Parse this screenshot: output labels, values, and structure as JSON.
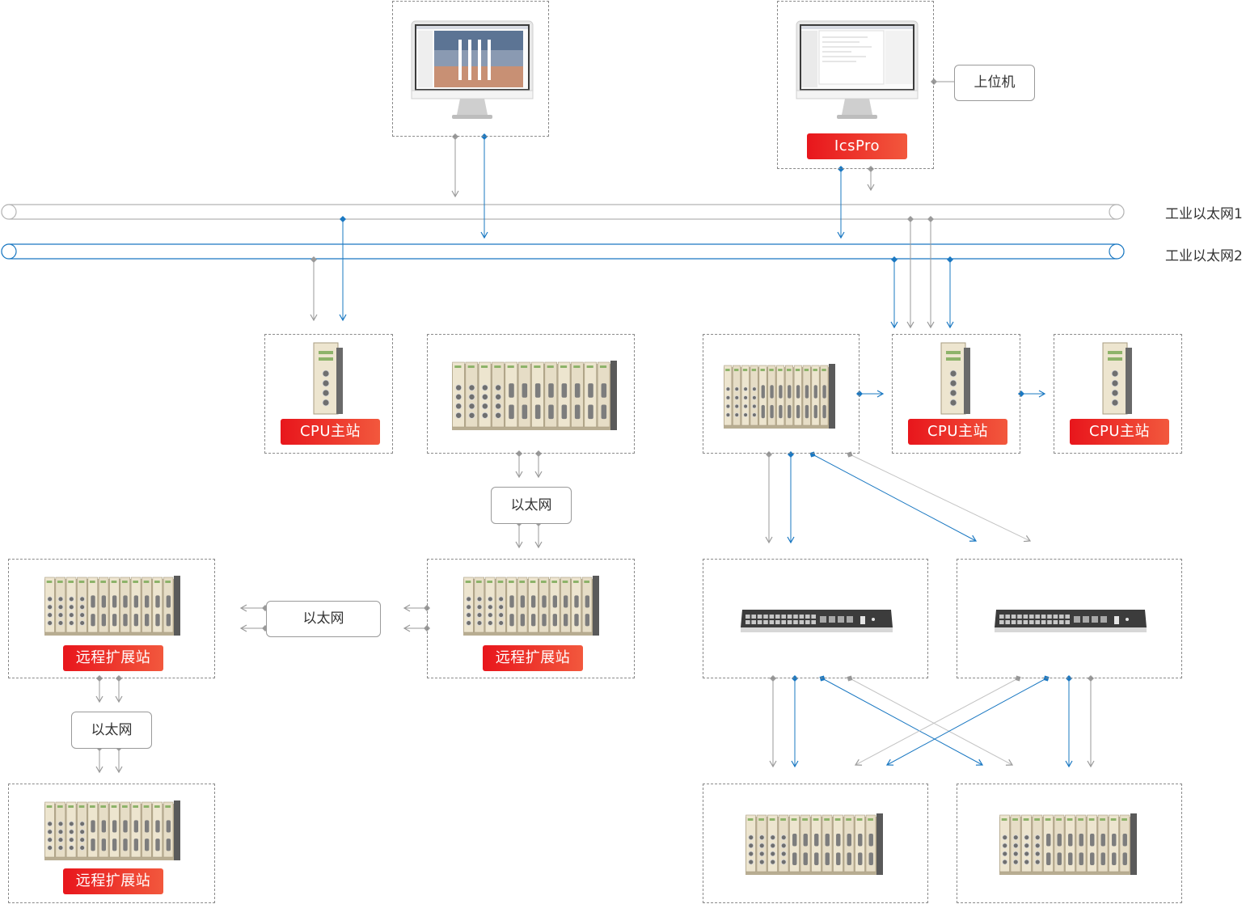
{
  "networks": {
    "net1_label": "工业以太网1",
    "net2_label": "工业以太网2"
  },
  "host": {
    "label": "上位机",
    "software_badge": "IcsPro"
  },
  "badges": {
    "cpu_main": "CPU主站",
    "remote_ext": "远程扩展站"
  },
  "links": {
    "ethernet": "以太网"
  },
  "colors": {
    "gray_line": "#9a9a9a",
    "blue_line": "#1a78c2",
    "badge_start": "#e8161c",
    "badge_end": "#f2583d",
    "bus1": "#b5b5b5",
    "bus2": "#1a78c2"
  }
}
